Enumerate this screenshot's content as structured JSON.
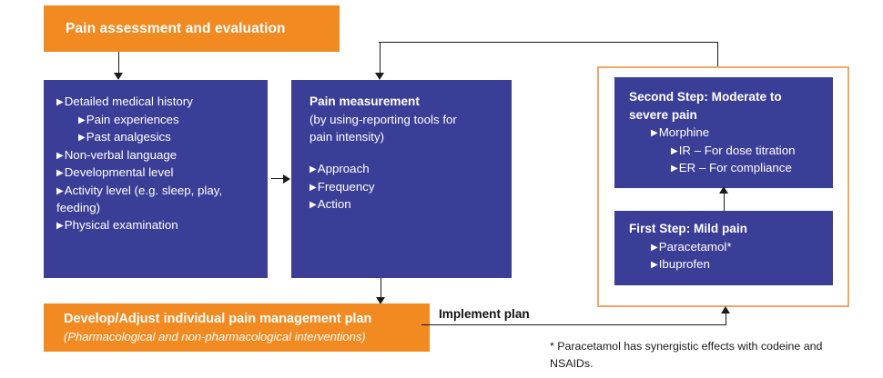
{
  "diagram": {
    "title": "Pain assessment and evaluation flowchart",
    "colors": {
      "orange": "#F18A21",
      "orange_border": "#F0A766",
      "blue": "#3A3E97",
      "connector": "#1a1a1a",
      "text_on_fill": "#ffffff",
      "footnote_text": "#1a1a1a"
    }
  },
  "header": {
    "title": "Pain assessment and evaluation"
  },
  "assessment": {
    "items": [
      {
        "text": "Detailed medical history",
        "level": 0
      },
      {
        "text": "Pain experiences",
        "level": 1
      },
      {
        "text": "Past analgesics",
        "level": 1
      },
      {
        "text": "Non-verbal language",
        "level": 0
      },
      {
        "text": "Developmental level",
        "level": 0
      },
      {
        "text": "Activity level (e.g. sleep, play, feeding)",
        "level": 0
      },
      {
        "text": "Physical examination",
        "level": 0
      }
    ]
  },
  "measurement": {
    "heading": "Pain measurement",
    "sub_lines": [
      "(by using-reporting tools for",
      "pain intensity)"
    ],
    "items": [
      {
        "text": "Approach",
        "level": 0
      },
      {
        "text": "Frequency",
        "level": 0
      },
      {
        "text": "Action",
        "level": 0
      }
    ]
  },
  "ladder": {
    "second_step": {
      "heading_lines": [
        "Second Step: Moderate to",
        "severe pain"
      ],
      "items": [
        {
          "text": "Morphine",
          "level": 1
        },
        {
          "text": "IR – For dose titration",
          "level": 2
        },
        {
          "text": "ER – For compliance",
          "level": 2
        }
      ]
    },
    "first_step": {
      "heading": "First Step: Mild pain",
      "items": [
        {
          "text": "Paracetamol*",
          "level": 1
        },
        {
          "text": "Ibuprofen",
          "level": 1
        }
      ]
    }
  },
  "plan": {
    "title": "Develop/Adjust individual pain management plan",
    "subtitle": "(Pharmacological and non-pharmacological interventions)"
  },
  "connectors": {
    "implement_label": "Implement plan"
  },
  "footnote": {
    "lines": [
      "* Paracetamol has synergistic effects with codeine and",
      "NSAIDs."
    ],
    "text": "* Paracetamol has synergistic effects with codeine and NSAIDs."
  }
}
